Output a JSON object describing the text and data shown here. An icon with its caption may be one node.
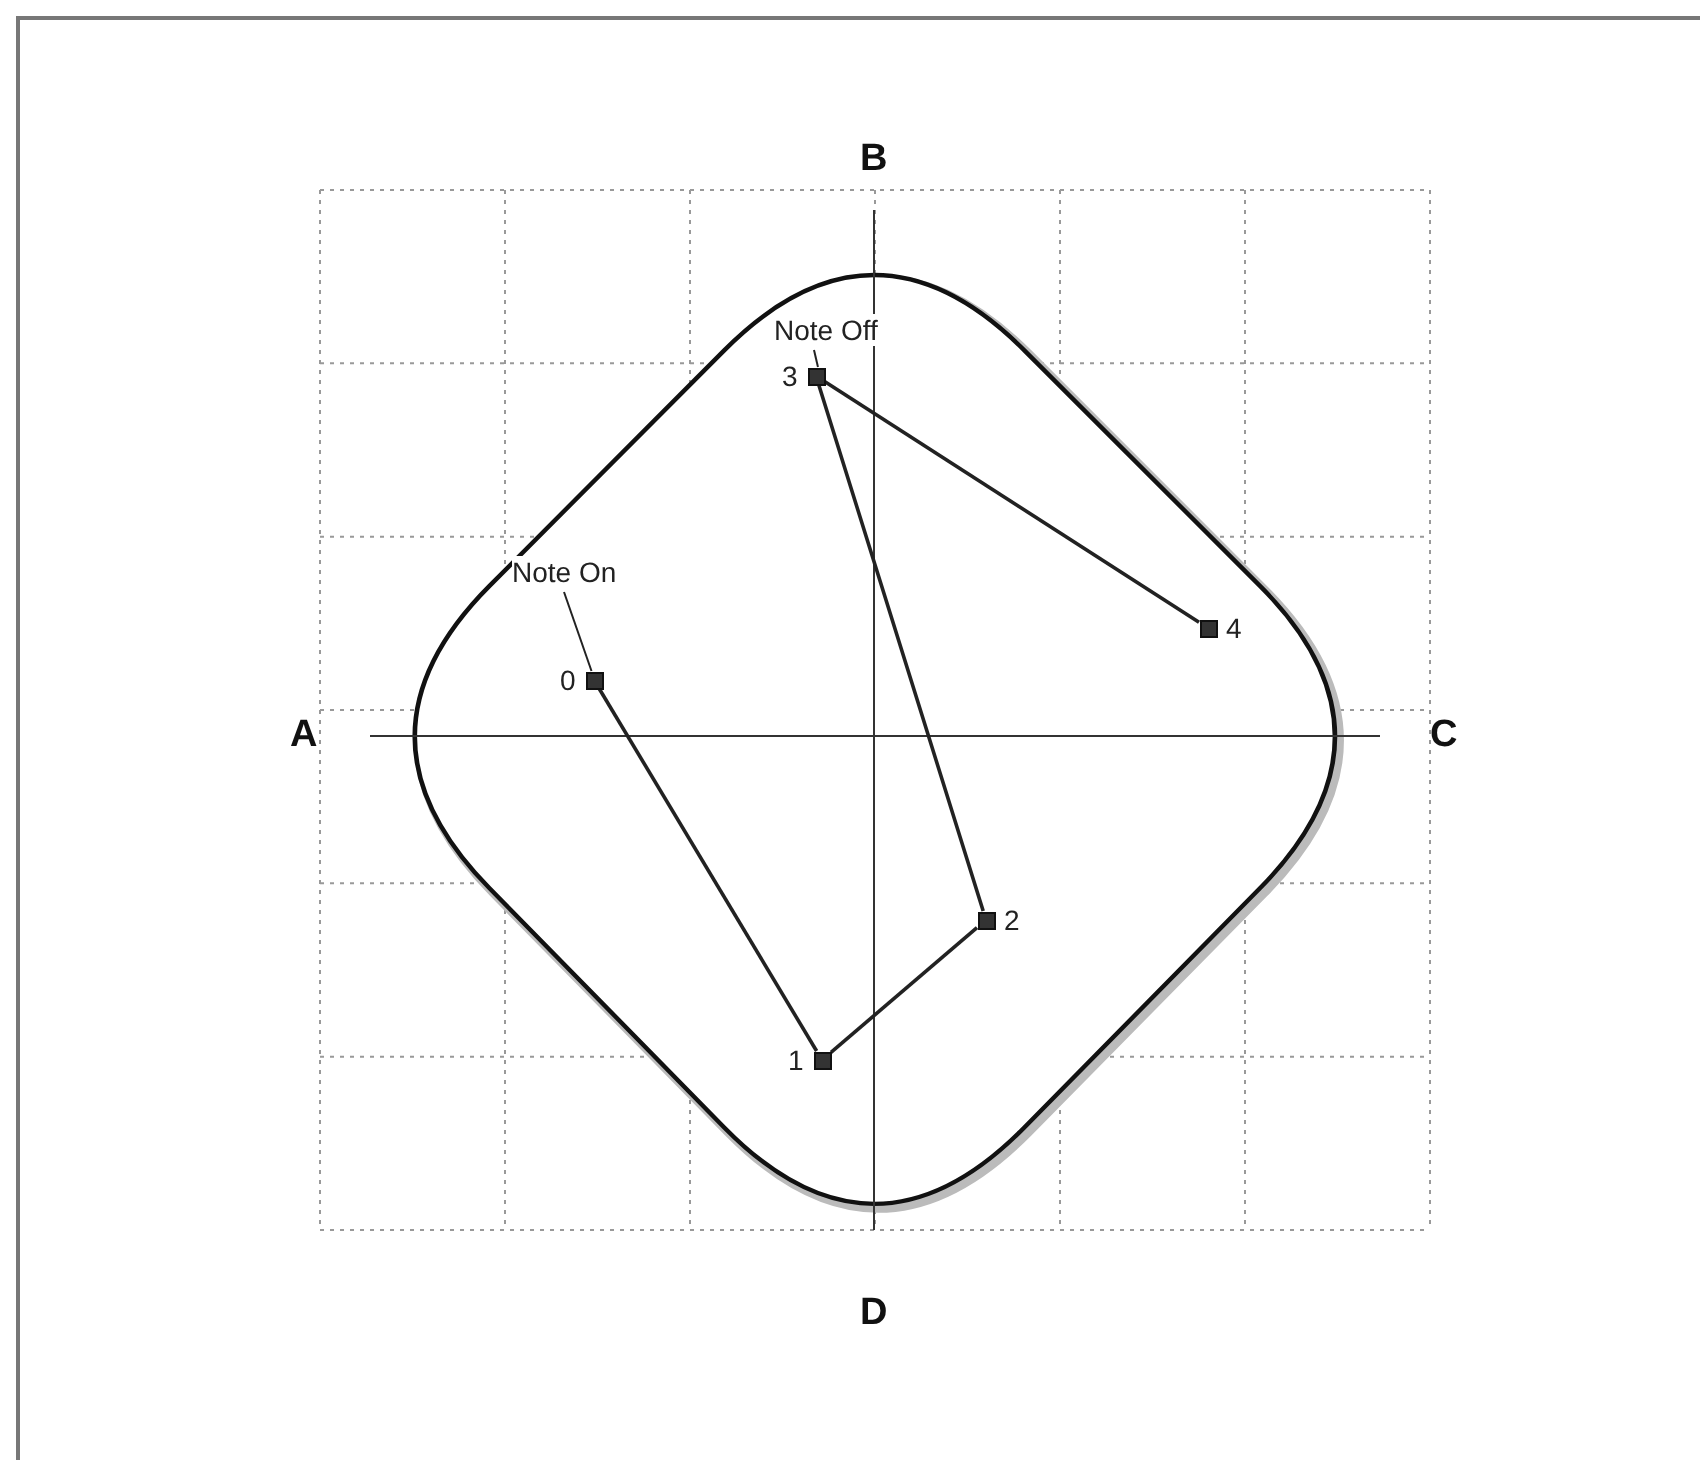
{
  "diagram": {
    "nodes": [
      {
        "text": [
          "Note Off"
        ]
      },
      {
        "text": [],
        "shape": "box",
        "beside": [
          "3"
        ]
      },
      {
        "text": [
          "Note On"
        ]
      },
      {
        "text": [],
        "shape": "box",
        "beside": [
          "4"
        ]
      },
      {
        "text": [],
        "shape": "box",
        "beside": [
          "0"
        ]
      },
      {
        "text": [],
        "shape": "box",
        "beside": [
          "2"
        ]
      },
      {
        "text": [],
        "shape": "box",
        "beside": [
          "1"
        ]
      }
    ],
    "edges": [
      {
        "from": 0,
        "to": 1,
        "arrow": "none"
      },
      {
        "from": 2,
        "to": 4,
        "arrow": "none"
      },
      {
        "from": 4,
        "to": 6,
        "arrow": "none"
      },
      {
        "from": 6,
        "to": 5,
        "arrow": "none"
      },
      {
        "from": 5,
        "to": 1,
        "arrow": "none"
      },
      {
        "from": 1,
        "to": 3,
        "arrow": "none"
      }
    ],
    "labels": [
      "B",
      "A",
      "C",
      "D"
    ]
  }
}
